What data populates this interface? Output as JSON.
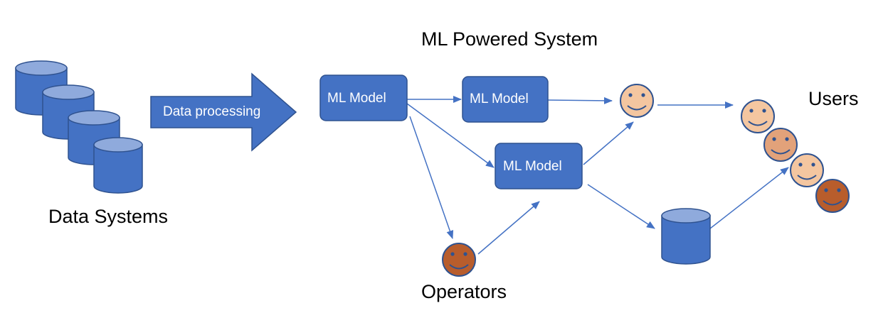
{
  "labels": {
    "system_title": "ML Powered System",
    "data_systems": "Data Systems",
    "data_processing": "Data processing",
    "users": "Users",
    "operators": "Operators"
  },
  "models": {
    "model_1": "ML Model",
    "model_2": "ML Model",
    "model_3": "ML Model"
  },
  "colors": {
    "primary_blue": "#4472C4",
    "dark_blue_border": "#2F528F",
    "light_face": "#F4C6A0",
    "mid_face": "#E2A27A",
    "dark_face": "#B85D2C",
    "connector": "#4472C4"
  },
  "icons": {
    "database": "database-cylinder-icon",
    "user": "smiley-face-icon",
    "operator": "smiley-face-icon"
  }
}
